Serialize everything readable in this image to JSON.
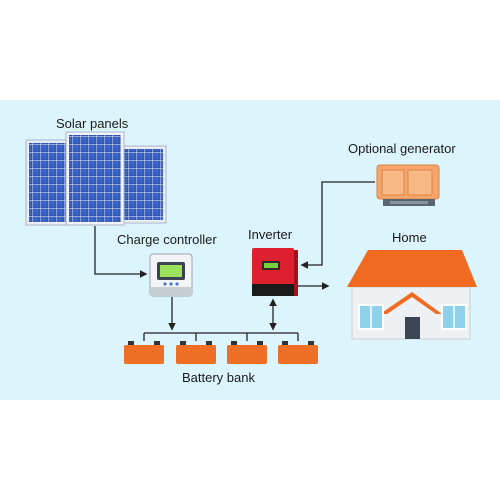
{
  "labels": {
    "solar": "Solar panels",
    "controller": "Charge controller",
    "inverter": "Inverter",
    "generator": "Optional generator",
    "home": "Home",
    "battery": "Battery bank"
  },
  "colors": {
    "background": "#dcf4fb",
    "solar_panel": "#2c4fa8",
    "inverter": "#dd1f2e",
    "generator": "#f7a66b",
    "roof": "#f06a22",
    "battery": "#ef6f26",
    "line": "#222222"
  }
}
